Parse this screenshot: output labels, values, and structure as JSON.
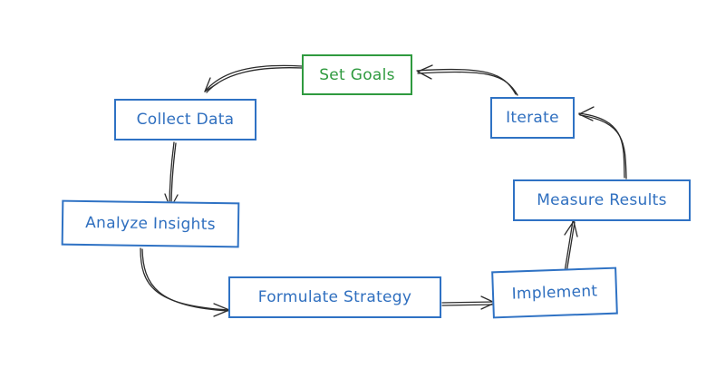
{
  "diagram": {
    "nodes": [
      {
        "id": "set-goals",
        "label": "Set Goals",
        "color": "#2f9a3f"
      },
      {
        "id": "collect-data",
        "label": "Collect Data",
        "color": "#2f6fbf"
      },
      {
        "id": "analyze-insights",
        "label": "Analyze Insights",
        "color": "#2f6fbf"
      },
      {
        "id": "formulate-strategy",
        "label": "Formulate Strategy",
        "color": "#2f6fbf"
      },
      {
        "id": "implement",
        "label": "Implement",
        "color": "#2f6fbf"
      },
      {
        "id": "measure-results",
        "label": "Measure Results",
        "color": "#2f6fbf"
      },
      {
        "id": "iterate",
        "label": "Iterate",
        "color": "#2f6fbf"
      }
    ],
    "edges": [
      {
        "from": "set-goals",
        "to": "collect-data"
      },
      {
        "from": "collect-data",
        "to": "analyze-insights"
      },
      {
        "from": "analyze-insights",
        "to": "formulate-strategy"
      },
      {
        "from": "formulate-strategy",
        "to": "implement"
      },
      {
        "from": "implement",
        "to": "measure-results"
      },
      {
        "from": "measure-results",
        "to": "iterate"
      },
      {
        "from": "iterate",
        "to": "set-goals"
      }
    ],
    "edge_color": "#2b2b2b"
  }
}
